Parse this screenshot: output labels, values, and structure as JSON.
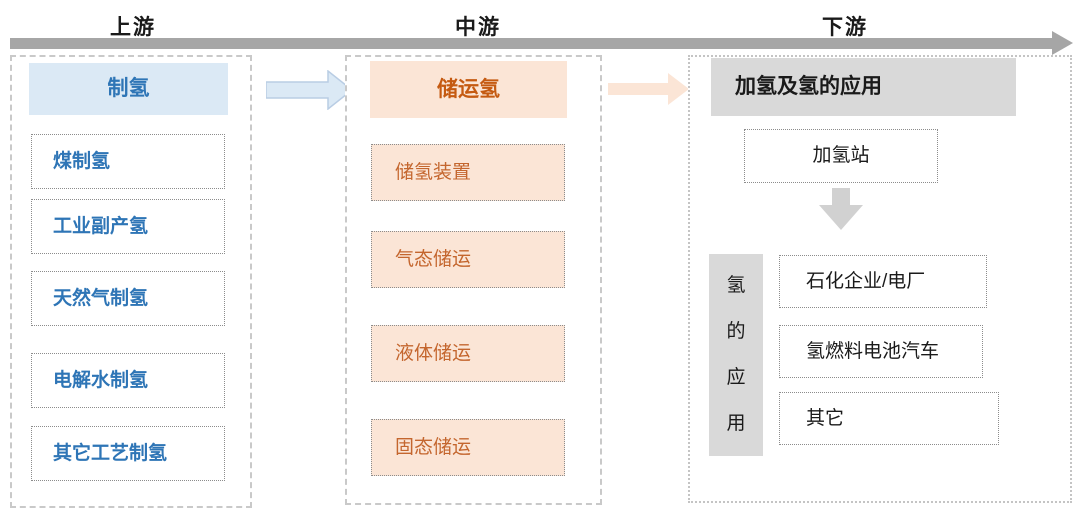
{
  "header": {
    "stages": [
      "上游",
      "中游",
      "下游"
    ]
  },
  "upstream": {
    "title": "制氢",
    "items": [
      "煤制氢",
      "工业副产氢",
      "天然气制氢",
      "电解水制氢",
      "其它工艺制氢"
    ]
  },
  "midstream": {
    "title": "储运氢",
    "items": [
      "储氢装置",
      "气态储运",
      "液体储运",
      "固态储运"
    ]
  },
  "downstream": {
    "title": "加氢及氢的应用",
    "station": "加氢站",
    "app_label": "氢的应用",
    "items": [
      "石化企业/电厂",
      "氢燃料电池汽车",
      "其它"
    ]
  },
  "colors": {
    "blue_text": "#2e75b6",
    "blue_bg": "#dbe9f5",
    "orange_title_text": "#c55a11",
    "orange_item_text": "#c4662e",
    "orange_bg": "#fbe5d6",
    "gray_box_bg": "#d9d9d9",
    "axis_arrow": "#a6a6a6",
    "down_arrow": "#d1d1d1"
  }
}
